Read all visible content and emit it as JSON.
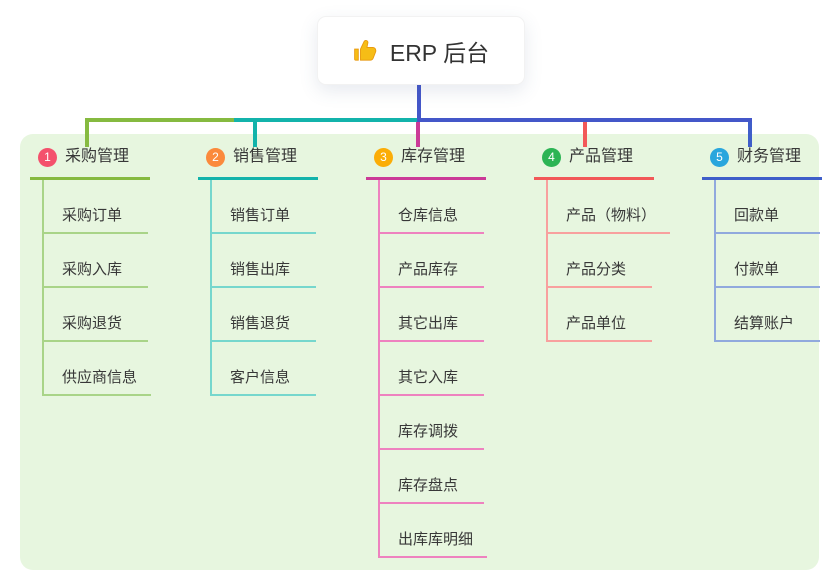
{
  "root": {
    "title": "ERP 后台",
    "icon": "thumbs-up"
  },
  "colors": {
    "page_bg": "#ffffff",
    "panel_bg": "#e7f6df",
    "text": "#383838",
    "root_line": "#4457c9"
  },
  "branches": [
    {
      "index": "1",
      "label": "采购管理",
      "badge_color": "#f4516c",
      "line_color": "#86ba40",
      "child_line_color": "#a9d488",
      "children": [
        "采购订单",
        "采购入库",
        "采购退货",
        "供应商信息"
      ]
    },
    {
      "index": "2",
      "label": "销售管理",
      "badge_color": "#fb8a3c",
      "line_color": "#13b3ab",
      "child_line_color": "#76d7cd",
      "children": [
        "销售订单",
        "销售出库",
        "销售退货",
        "客户信息"
      ]
    },
    {
      "index": "3",
      "label": "库存管理",
      "badge_color": "#fbad07",
      "line_color": "#cb3a97",
      "child_line_color": "#ee82bf",
      "children": [
        "仓库信息",
        "产品库存",
        "其它出库",
        "其它入库",
        "库存调拨",
        "库存盘点",
        "出库库明细"
      ]
    },
    {
      "index": "4",
      "label": "产品管理",
      "badge_color": "#2cb454",
      "line_color": "#f25858",
      "child_line_color": "#f8a09e",
      "children": [
        "产品（物料）",
        "产品分类",
        "产品单位"
      ]
    },
    {
      "index": "5",
      "label": "财务管理",
      "badge_color": "#29a6dd",
      "line_color": "#3f5ec9",
      "child_line_color": "#91a9dd",
      "children": [
        "回款单",
        "付款单",
        "结算账户"
      ]
    }
  ]
}
